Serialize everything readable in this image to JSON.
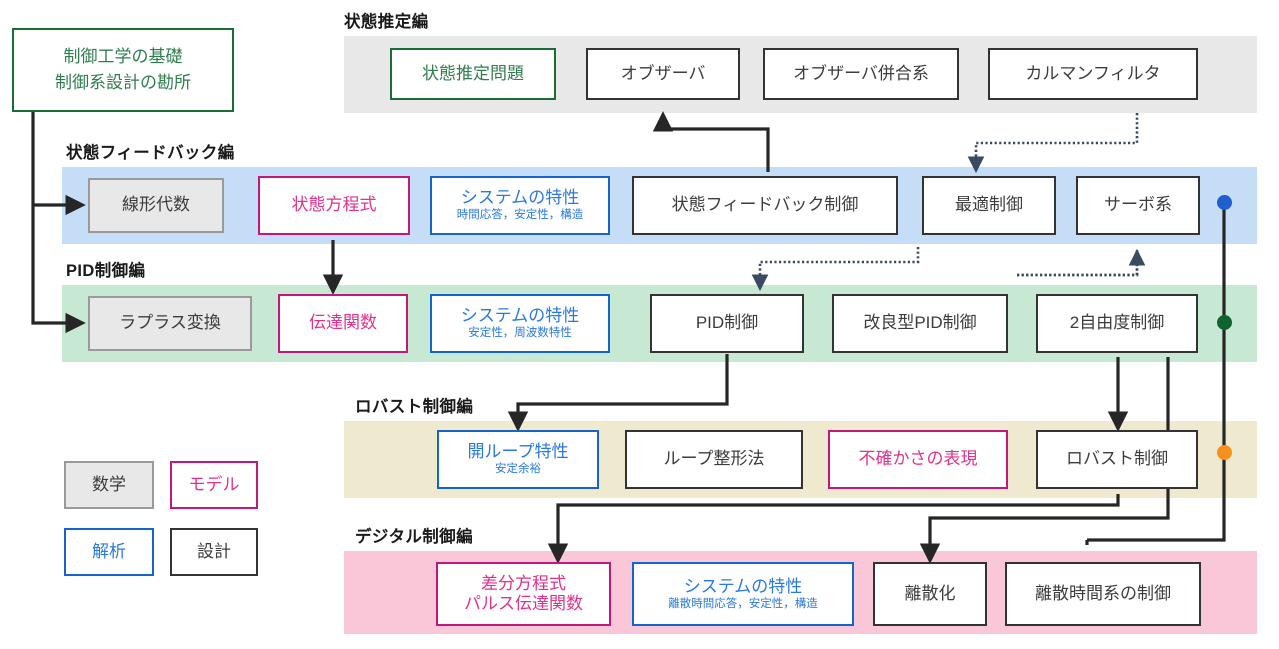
{
  "title_box": {
    "line1": "制御工学の基礎",
    "line2": "制御系設計の勘所",
    "border_color": "#1b6b35",
    "text_color": "#2f7d4f"
  },
  "sections": [
    {
      "key": "state_estimation",
      "label": "状態推定編",
      "band_color": "#e8e8e8",
      "nodes": [
        {
          "name": "state-estimation-problem",
          "text": "状態推定問題",
          "category": "green"
        },
        {
          "name": "observer",
          "text": "オブザーバ",
          "category": "design"
        },
        {
          "name": "observer-combined-system",
          "text": "オブザーバ併合系",
          "category": "design"
        },
        {
          "name": "kalman-filter",
          "text": "カルマンフィルタ",
          "category": "design"
        }
      ]
    },
    {
      "key": "state_feedback",
      "label": "状態フィードバック編",
      "band_color": "#c5ddf7",
      "nodes": [
        {
          "name": "linear-algebra",
          "text": "線形代数",
          "category": "math"
        },
        {
          "name": "state-equation",
          "text": "状態方程式",
          "category": "model"
        },
        {
          "name": "system-characteristics-sf",
          "text": "システムの特性",
          "sub": "時間応答，安定性，構造",
          "category": "analysis"
        },
        {
          "name": "state-feedback-control",
          "text": "状態フィードバック制御",
          "category": "design"
        },
        {
          "name": "optimal-control",
          "text": "最適制御",
          "category": "design"
        },
        {
          "name": "servo-system",
          "text": "サーボ系",
          "category": "design"
        }
      ]
    },
    {
      "key": "pid_control",
      "label": "PID制御編",
      "band_color": "#c7e8d2",
      "nodes": [
        {
          "name": "laplace-transform",
          "text": "ラプラス変換",
          "category": "math"
        },
        {
          "name": "transfer-function",
          "text": "伝達関数",
          "category": "model"
        },
        {
          "name": "system-characteristics-pid",
          "text": "システムの特性",
          "sub": "安定性，周波数特性",
          "category": "analysis"
        },
        {
          "name": "pid-control",
          "text": "PID制御",
          "category": "design"
        },
        {
          "name": "improved-pid-control",
          "text": "改良型PID制御",
          "category": "design"
        },
        {
          "name": "two-degree-of-freedom-control",
          "text": "2自由度制御",
          "category": "design"
        }
      ]
    },
    {
      "key": "robust_control",
      "label": "ロバスト制御編",
      "band_color": "#efe9cf",
      "nodes": [
        {
          "name": "open-loop-characteristics",
          "text": "開ループ特性",
          "sub": "安定余裕",
          "category": "analysis"
        },
        {
          "name": "loop-shaping-method",
          "text": "ループ整形法",
          "category": "design"
        },
        {
          "name": "uncertainty-representation",
          "text": "不確かさの表現",
          "category": "model"
        },
        {
          "name": "robust-control",
          "text": "ロバスト制御",
          "category": "design"
        }
      ]
    },
    {
      "key": "digital_control",
      "label": "デジタル制御編",
      "band_color": "#fac7d8",
      "nodes": [
        {
          "name": "difference-equation",
          "text": "差分方程式",
          "text2": "パルス伝達関数",
          "category": "model"
        },
        {
          "name": "system-characteristics-digital",
          "text": "システムの特性",
          "sub": "離散時間応答，安定性，構造",
          "category": "analysis"
        },
        {
          "name": "discretization",
          "text": "離散化",
          "category": "design"
        },
        {
          "name": "discrete-time-system-control",
          "text": "離散時間系の制御",
          "category": "design"
        }
      ]
    }
  ],
  "legend": {
    "items": [
      {
        "name": "legend-math",
        "label": "数学",
        "category": "math"
      },
      {
        "name": "legend-model",
        "label": "モデル",
        "category": "model"
      },
      {
        "name": "legend-analysis",
        "label": "解析",
        "category": "analysis"
      },
      {
        "name": "legend-design",
        "label": "設計",
        "category": "design"
      }
    ]
  },
  "markers": [
    {
      "name": "marker-blue",
      "color": "#1f5fd0"
    },
    {
      "name": "marker-green",
      "color": "#10632f"
    },
    {
      "name": "marker-orange",
      "color": "#f7901e"
    }
  ],
  "colors": {
    "math_fill": "#e8e8e8",
    "math_border": "#9a9a9a",
    "model_border": "#c2187e",
    "model_text": "#e0338c",
    "analysis_border": "#1565c9",
    "analysis_text": "#2a7ade",
    "design_border": "#333333",
    "design_text": "#3c3c3c",
    "wire": "#262626",
    "dotted_wire": "#3a4a63"
  }
}
